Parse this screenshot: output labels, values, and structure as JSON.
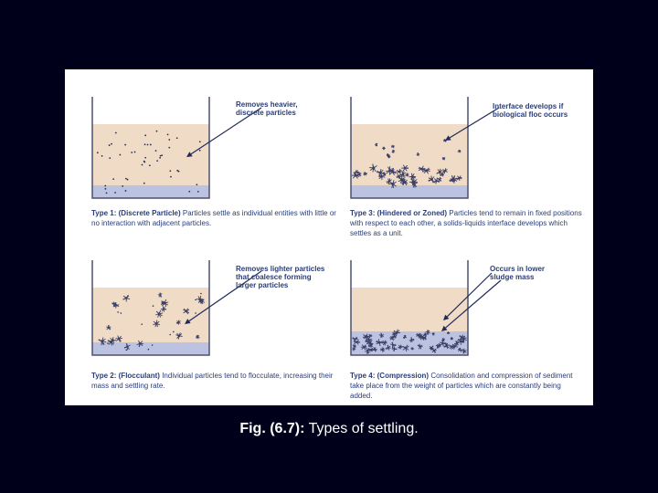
{
  "figure": {
    "colors": {
      "water": "#f0dcc6",
      "sludge": "#bcc3e0",
      "tank_wall": "#4b5070",
      "text": "#2a3d78",
      "background": "#01001a"
    },
    "panels": [
      {
        "id": "type1",
        "callout": "Removes heavier,\ndiscrete particles",
        "title": "Type 1:  (Discrete Particle)",
        "description": " Particles settle as individual entities with little or no interaction with adjacent particles.",
        "particle_style": "discrete"
      },
      {
        "id": "type3",
        "callout": "Interface develops if\nbiological floc occurs",
        "title": "Type 3: (Hindered or Zoned)",
        "description": " Particles tend to remain in fixed positions with respect to each other, a solids-liquids interface develops which settles as a unit.",
        "particle_style": "hindered"
      },
      {
        "id": "type2",
        "callout": "Removes lighter particles\nthat coalesce forming\nlarger particles",
        "title": "Type 2:  (Flocculant)",
        "description": "  Individual particles tend to flocculate, increasing their mass and settling rate.",
        "particle_style": "flocculant"
      },
      {
        "id": "type4",
        "callout": "Occurs in lower\nsludge mass",
        "title": "Type 4: (Compression)",
        "description": "  Consolidation and compression of sediment take place from the weight of particles which are constantly being added.",
        "particle_style": "compression"
      }
    ]
  },
  "caption": {
    "label": "Fig. (6.7):",
    "text": " Types of settling."
  }
}
